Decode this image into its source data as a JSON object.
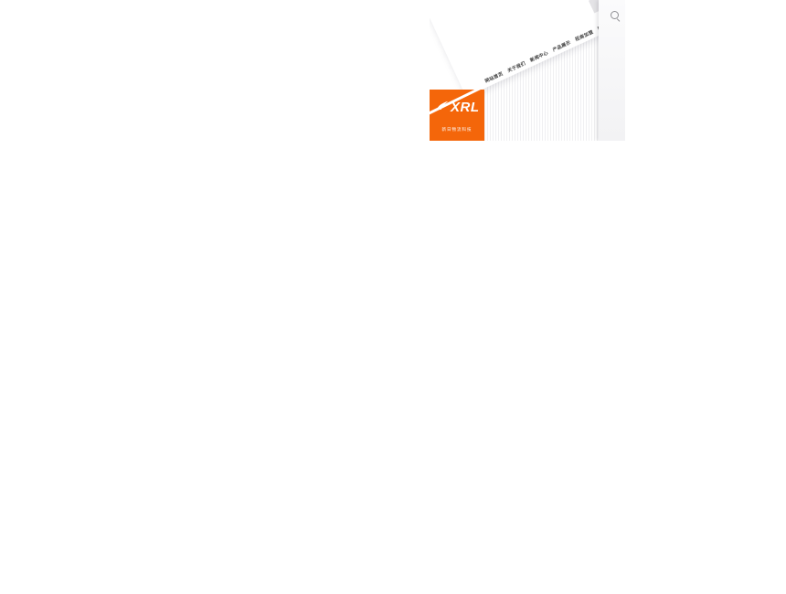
{
  "page": {
    "background": "#ffffff",
    "description": "Mostly blank page with a cropped, rotated website header screenshot in the top-right corner"
  },
  "header": {
    "logo": {
      "text": "XRL",
      "subtext": "新日物流科技",
      "background_color": "#f4660a",
      "icon": "wing-swoosh-icon"
    },
    "nav_items": [
      {
        "label": "网站首页"
      },
      {
        "label": "关于我们"
      },
      {
        "label": "新闻中心"
      },
      {
        "label": "产品展示"
      },
      {
        "label": "招商加盟"
      },
      {
        "label": "联系我们"
      }
    ],
    "search": {
      "icon": "search-icon"
    }
  },
  "colors": {
    "logo_orange": "#f4660a",
    "stripe_grey": "#f0f0f2",
    "panel_grey": "#f2f2f4",
    "nav_text": "#3a3a3a"
  }
}
